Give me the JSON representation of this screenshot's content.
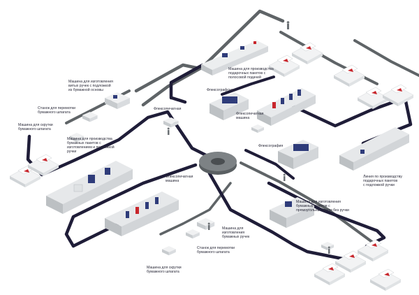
{
  "colors": {
    "track_dark": "#1f1d38",
    "track_gray": "#5f6467",
    "hub": "#6a6f72",
    "machine": "#e3e5e7",
    "machine_shade": "#b9bdc1",
    "accent": "#2f3c7a",
    "red": "#c8262c"
  },
  "labels": {
    "twisted_handles": "Машина для изготовления\nвитых ручек с подложкой\nиз бумажной основы",
    "cutter_1": "Станок для перемотки\nбумажного шпагата",
    "twister_1": "Машина для скрутки\nбумажного шпагата",
    "bag_machine_twisted": "Машина для производства\nбумажных пакетов с\nизготовлением и подложкой\nручки",
    "flexo_top": "Флексопечатная",
    "flat_bag_machine": "Машина для производства\nподарочных пакетов с\nполосовой подачей",
    "flexo_right": "Флексографская",
    "flexo_right_sub": "Флексопечатная\nмашина",
    "flexo_center": "Флексография",
    "flexo_machine_left": "Флексопечатная\nмашина",
    "line_right": "Линия по производству\nподарочных пакетов\nс подложкой ручки",
    "flat_handle_machine": "Машина для изготовления\nбумажных пакетов с\nпрямоугольным дном без ручки",
    "flat_handles_small": "Машина для\nизготовления\nбумажных ручек",
    "cutter_2": "Станок для перемотки\nбумажного шпагата",
    "twister_2": "Машина для скрутки\nбумажного шпагата"
  }
}
